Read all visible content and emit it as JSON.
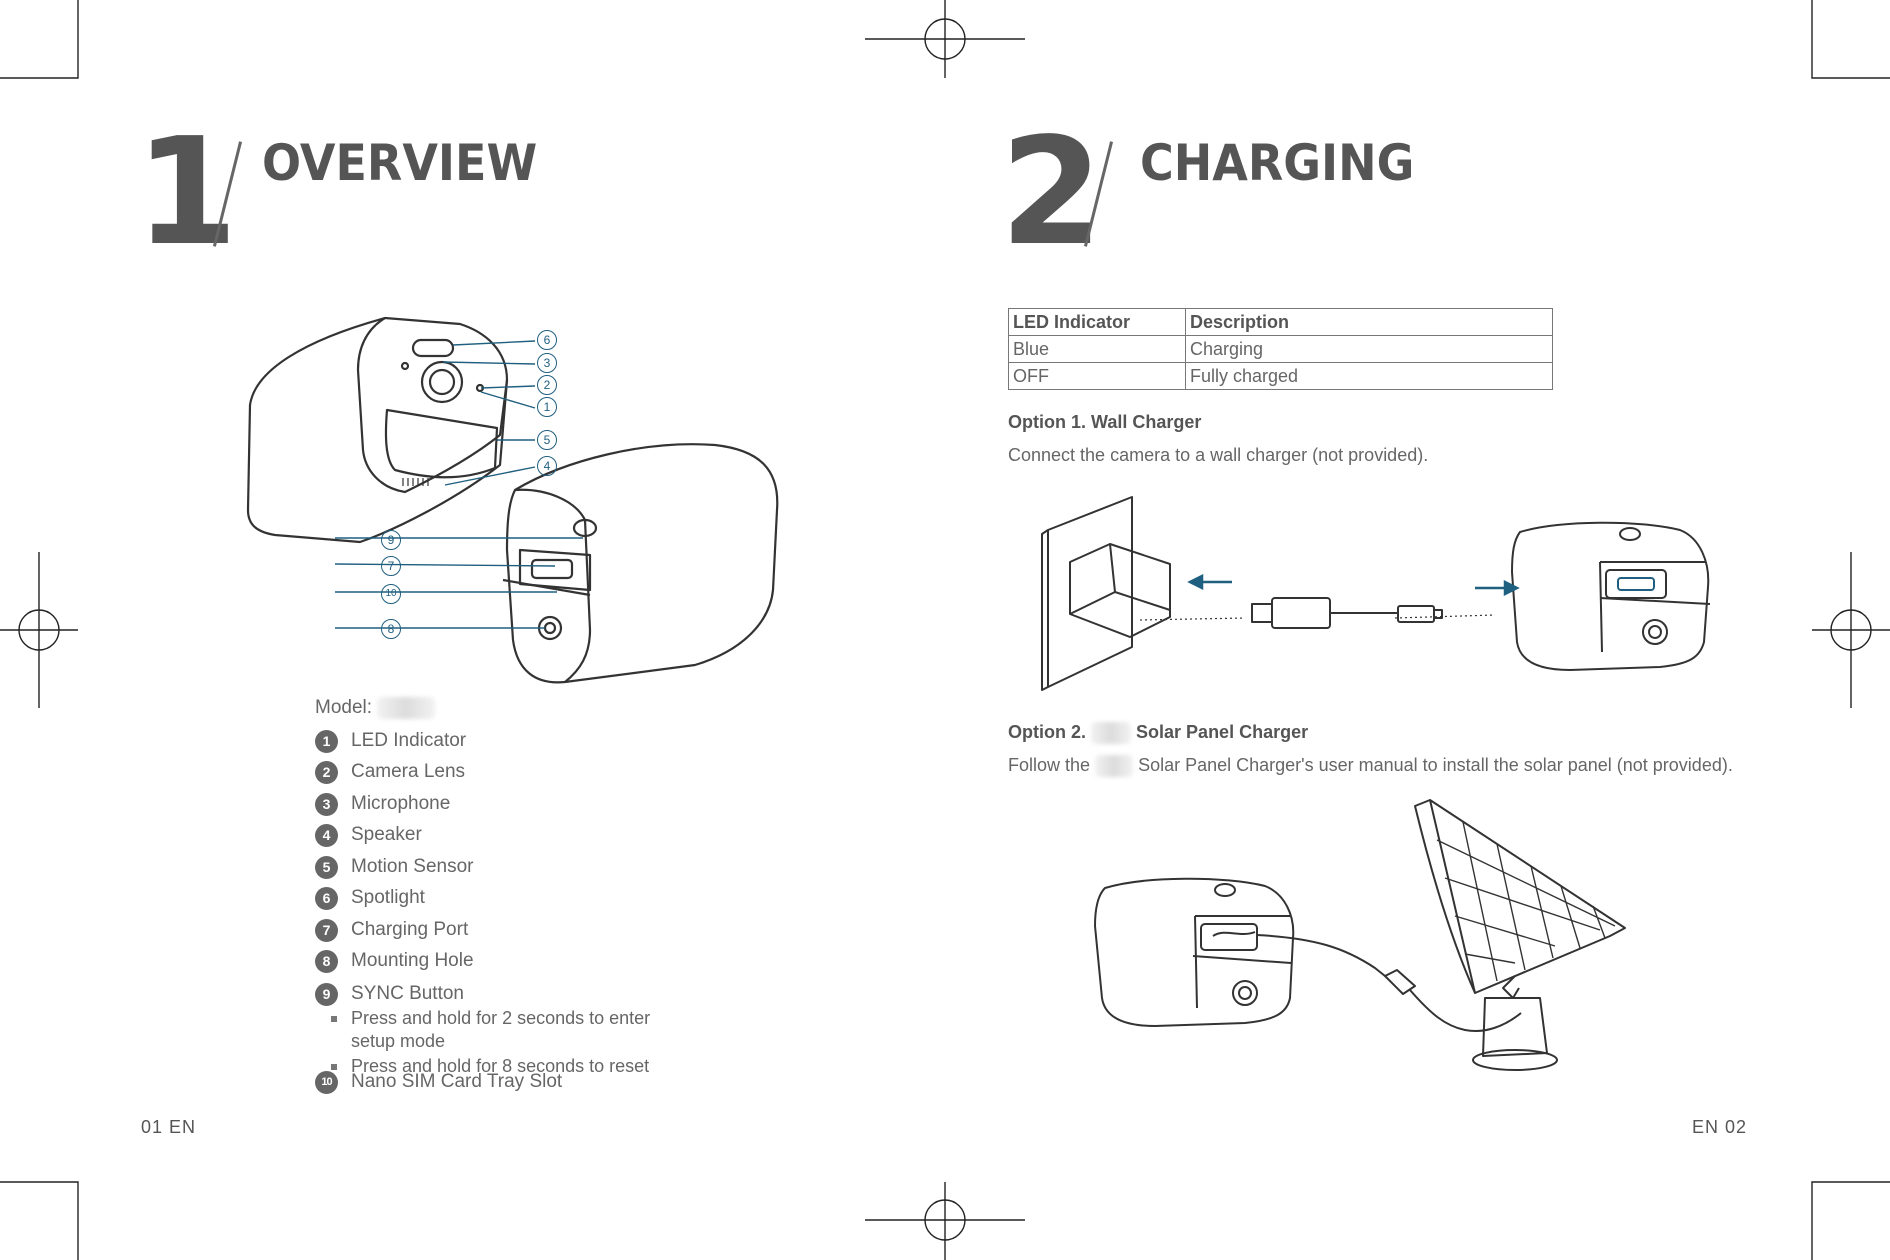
{
  "left": {
    "section_number": "1",
    "section_title": "OVERVIEW",
    "model_label": "Model:",
    "legend": [
      {
        "num": "1",
        "label": "LED Indicator"
      },
      {
        "num": "2",
        "label": "Camera Lens"
      },
      {
        "num": "3",
        "label": "Microphone"
      },
      {
        "num": "4",
        "label": "Speaker"
      },
      {
        "num": "5",
        "label": "Motion Sensor"
      },
      {
        "num": "6",
        "label": "Spotlight"
      },
      {
        "num": "7",
        "label": "Charging Port"
      },
      {
        "num": "8",
        "label": "Mounting Hole"
      },
      {
        "num": "9",
        "label": "SYNC Button",
        "bullets": [
          "Press and hold for 2 seconds to enter setup mode",
          "Press and hold for 8 seconds to reset"
        ]
      },
      {
        "num": "10",
        "label": "Nano SIM Card Tray Slot"
      }
    ],
    "callouts": [
      "6",
      "3",
      "2",
      "1",
      "5",
      "4",
      "9",
      "7",
      "10",
      "8"
    ],
    "page_footer": "01  EN"
  },
  "right": {
    "section_number": "2",
    "section_title": "CHARGING",
    "table": {
      "headers": [
        "LED Indicator",
        "Description"
      ],
      "rows": [
        [
          "Blue",
          "Charging"
        ],
        [
          "OFF",
          "Fully charged"
        ]
      ]
    },
    "option1_title": "Option 1. Wall Charger",
    "option1_text": "Connect the camera to a wall charger (not provided).",
    "option2_title_prefix": "Option 2.",
    "option2_title_suffix": "Solar Panel Charger",
    "option2_text_prefix": "Follow the",
    "option2_text_suffix": "Solar Panel Charger's user manual to install the solar panel (not provided).",
    "page_footer": "EN  02"
  }
}
